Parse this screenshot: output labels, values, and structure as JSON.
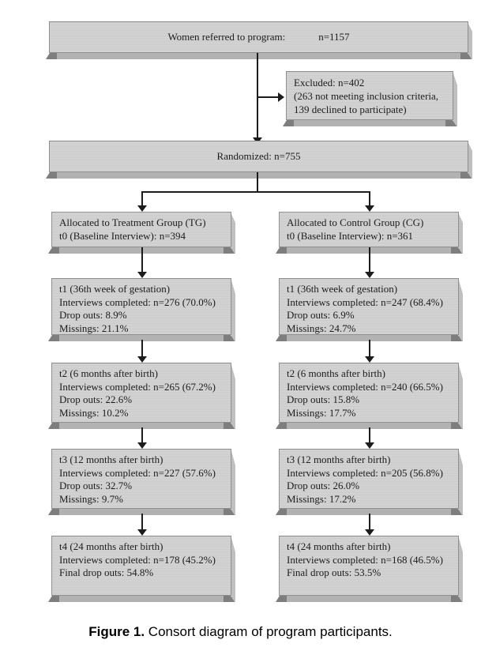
{
  "diagram": {
    "top_box": {
      "label": "Women referred to program:",
      "value": "n=1157"
    },
    "excluded_box": {
      "lines": [
        "Excluded: n=402",
        "(263 not meeting inclusion criteria,",
        "139 declined to participate)"
      ]
    },
    "randomized_box": {
      "text": "Randomized: n=755"
    },
    "columns": [
      {
        "name": "treatment-group",
        "boxes": [
          {
            "lines": [
              "Allocated to Treatment Group (TG)",
              "t0 (Baseline Interview): n=394"
            ]
          },
          {
            "lines": [
              "t1 (36th week of gestation)",
              "Interviews completed: n=276 (70.0%)",
              "Drop outs: 8.9%",
              "Missings: 21.1%"
            ]
          },
          {
            "lines": [
              "t2 (6 months after birth)",
              "Interviews completed: n=265 (67.2%)",
              "Drop outs: 22.6%",
              "Missings: 10.2%"
            ]
          },
          {
            "lines": [
              "t3 (12 months after birth)",
              "Interviews completed: n=227 (57.6%)",
              "Drop outs: 32.7%",
              "Missings: 9.7%"
            ]
          },
          {
            "lines": [
              "t4 (24 months after birth)",
              "Interviews completed: n=178 (45.2%)",
              "Final drop outs: 54.8%"
            ]
          }
        ]
      },
      {
        "name": "control-group",
        "boxes": [
          {
            "lines": [
              "Allocated to Control Group (CG)",
              "t0 (Baseline Interview): n=361"
            ]
          },
          {
            "lines": [
              "t1 (36th week of gestation)",
              "Interviews completed: n=247 (68.4%)",
              "Drop outs: 6.9%",
              "Missings: 24.7%"
            ]
          },
          {
            "lines": [
              "t2 (6 months after birth)",
              "Interviews completed: n=240 (66.5%)",
              "Drop outs: 15.8%",
              "Missings: 17.7%"
            ]
          },
          {
            "lines": [
              "t3 (12 months after birth)",
              "Interviews completed: n=205 (56.8%)",
              "Drop outs: 26.0%",
              "Missings: 17.2%"
            ]
          },
          {
            "lines": [
              "t4 (24 months after birth)",
              "Interviews completed: n=168 (46.5%)",
              "Final drop outs: 53.5%"
            ]
          }
        ]
      }
    ],
    "caption": {
      "bold": "Figure 1.",
      "rest": " Consort diagram of program participants."
    },
    "colors": {
      "box_fill": "#d3d3d3",
      "box_border": "#8f8f8f",
      "bevel": "#7e7e7e",
      "line": "#1c1c1c"
    }
  }
}
